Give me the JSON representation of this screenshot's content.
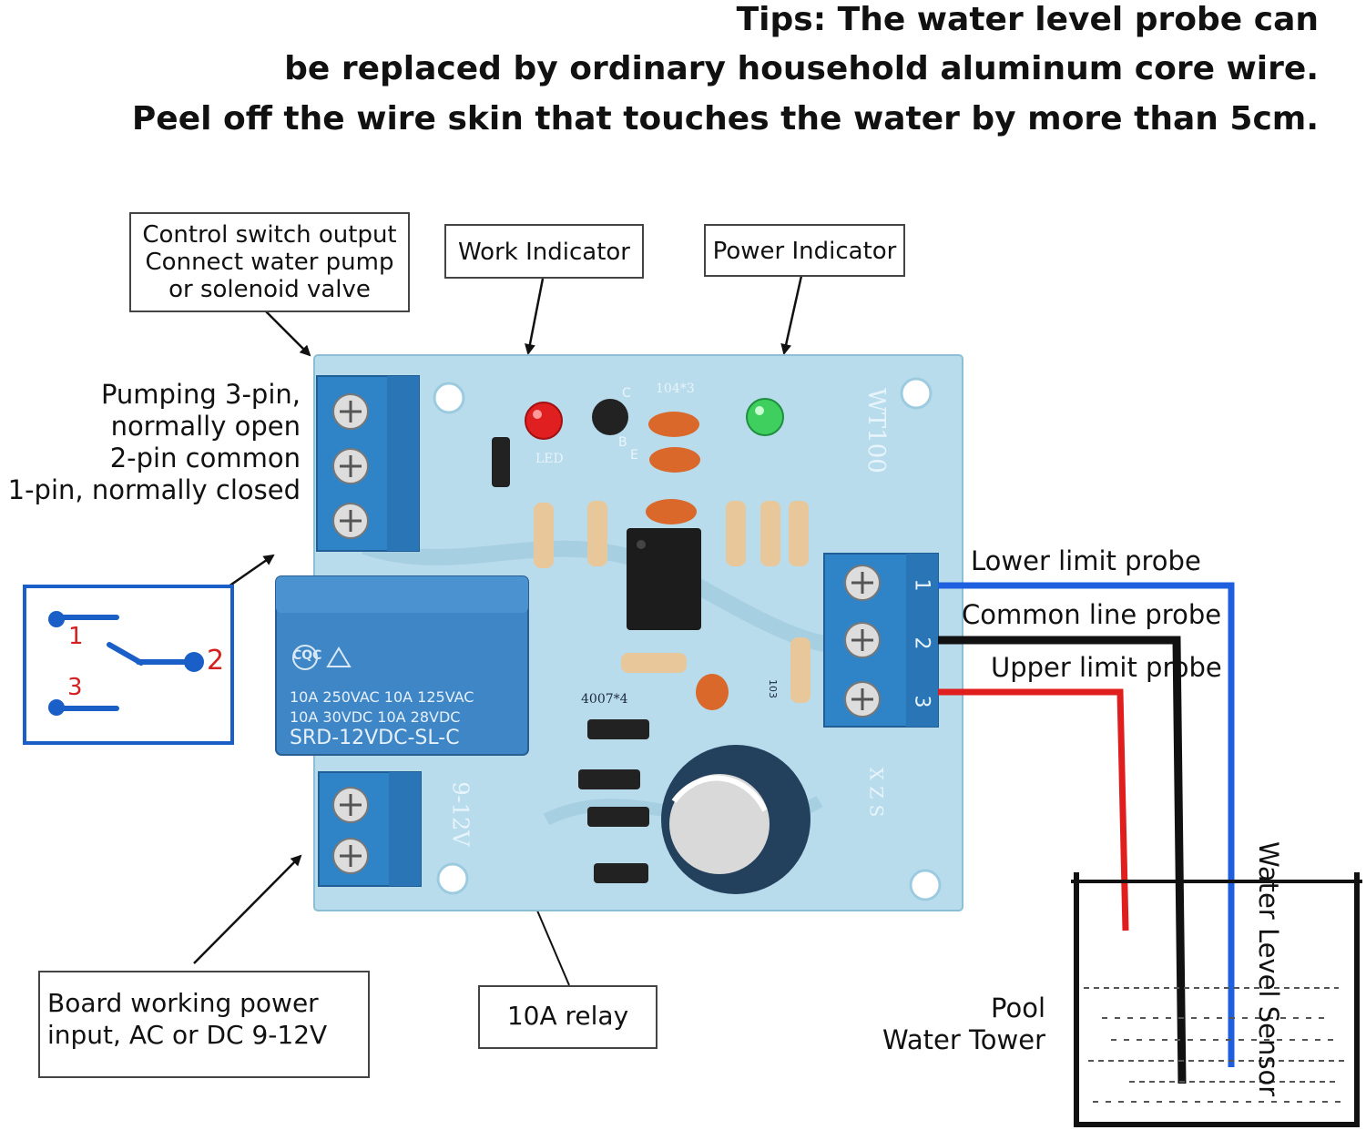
{
  "tips": {
    "line1": "Tips: The water level probe can",
    "line2": "be replaced by ordinary household aluminum core wire.",
    "line3": "Peel off the wire skin that touches the water by more than 5cm."
  },
  "callouts": {
    "control_output": [
      "Control switch output",
      "Connect water pump",
      "or solenoid valve"
    ],
    "work_indicator": "Work Indicator",
    "power_indicator": "Power Indicator",
    "power_input": [
      "Board working power",
      "input, AC or DC 9-12V"
    ],
    "relay": "10A relay"
  },
  "pin_labels": [
    "Pumping 3-pin,",
    "normally open",
    "2-pin common",
    "1-pin, normally closed"
  ],
  "switch_symbol": {
    "pins": [
      "1",
      "2",
      "3"
    ]
  },
  "probes": {
    "lower": "Lower limit probe",
    "common": "Common line probe",
    "upper": "Upper limit probe"
  },
  "tank": {
    "label1": "Pool",
    "label2": "Water Tower",
    "sensor": "Water Level Sensor"
  },
  "board": {
    "model": "WT100",
    "relay_brand": "CQC",
    "relay_specs": [
      "10A 250VAC  10A 125VAC",
      "10A  30VDC  10A  28VDC"
    ],
    "relay_model": "SRD-12VDC-SL-C",
    "voltage": "9-12V",
    "led": "LED",
    "cap_label": "104*3",
    "diode_label": "4007*4",
    "cap_103": "103",
    "xzs": "X Z S",
    "terminal_numbers": [
      "1",
      "2",
      "3"
    ],
    "transistor_pins": [
      "C",
      "B",
      "E"
    ]
  },
  "colors": {
    "board": "#b9dcec",
    "terminal": "#2f84c8",
    "relay": "#3f86c6",
    "wire_lower": "#1e5fe0",
    "wire_common": "#111111",
    "wire_upper": "#e01e1e",
    "switch": "#1a5fc8",
    "switch_pin": "#d42020"
  }
}
